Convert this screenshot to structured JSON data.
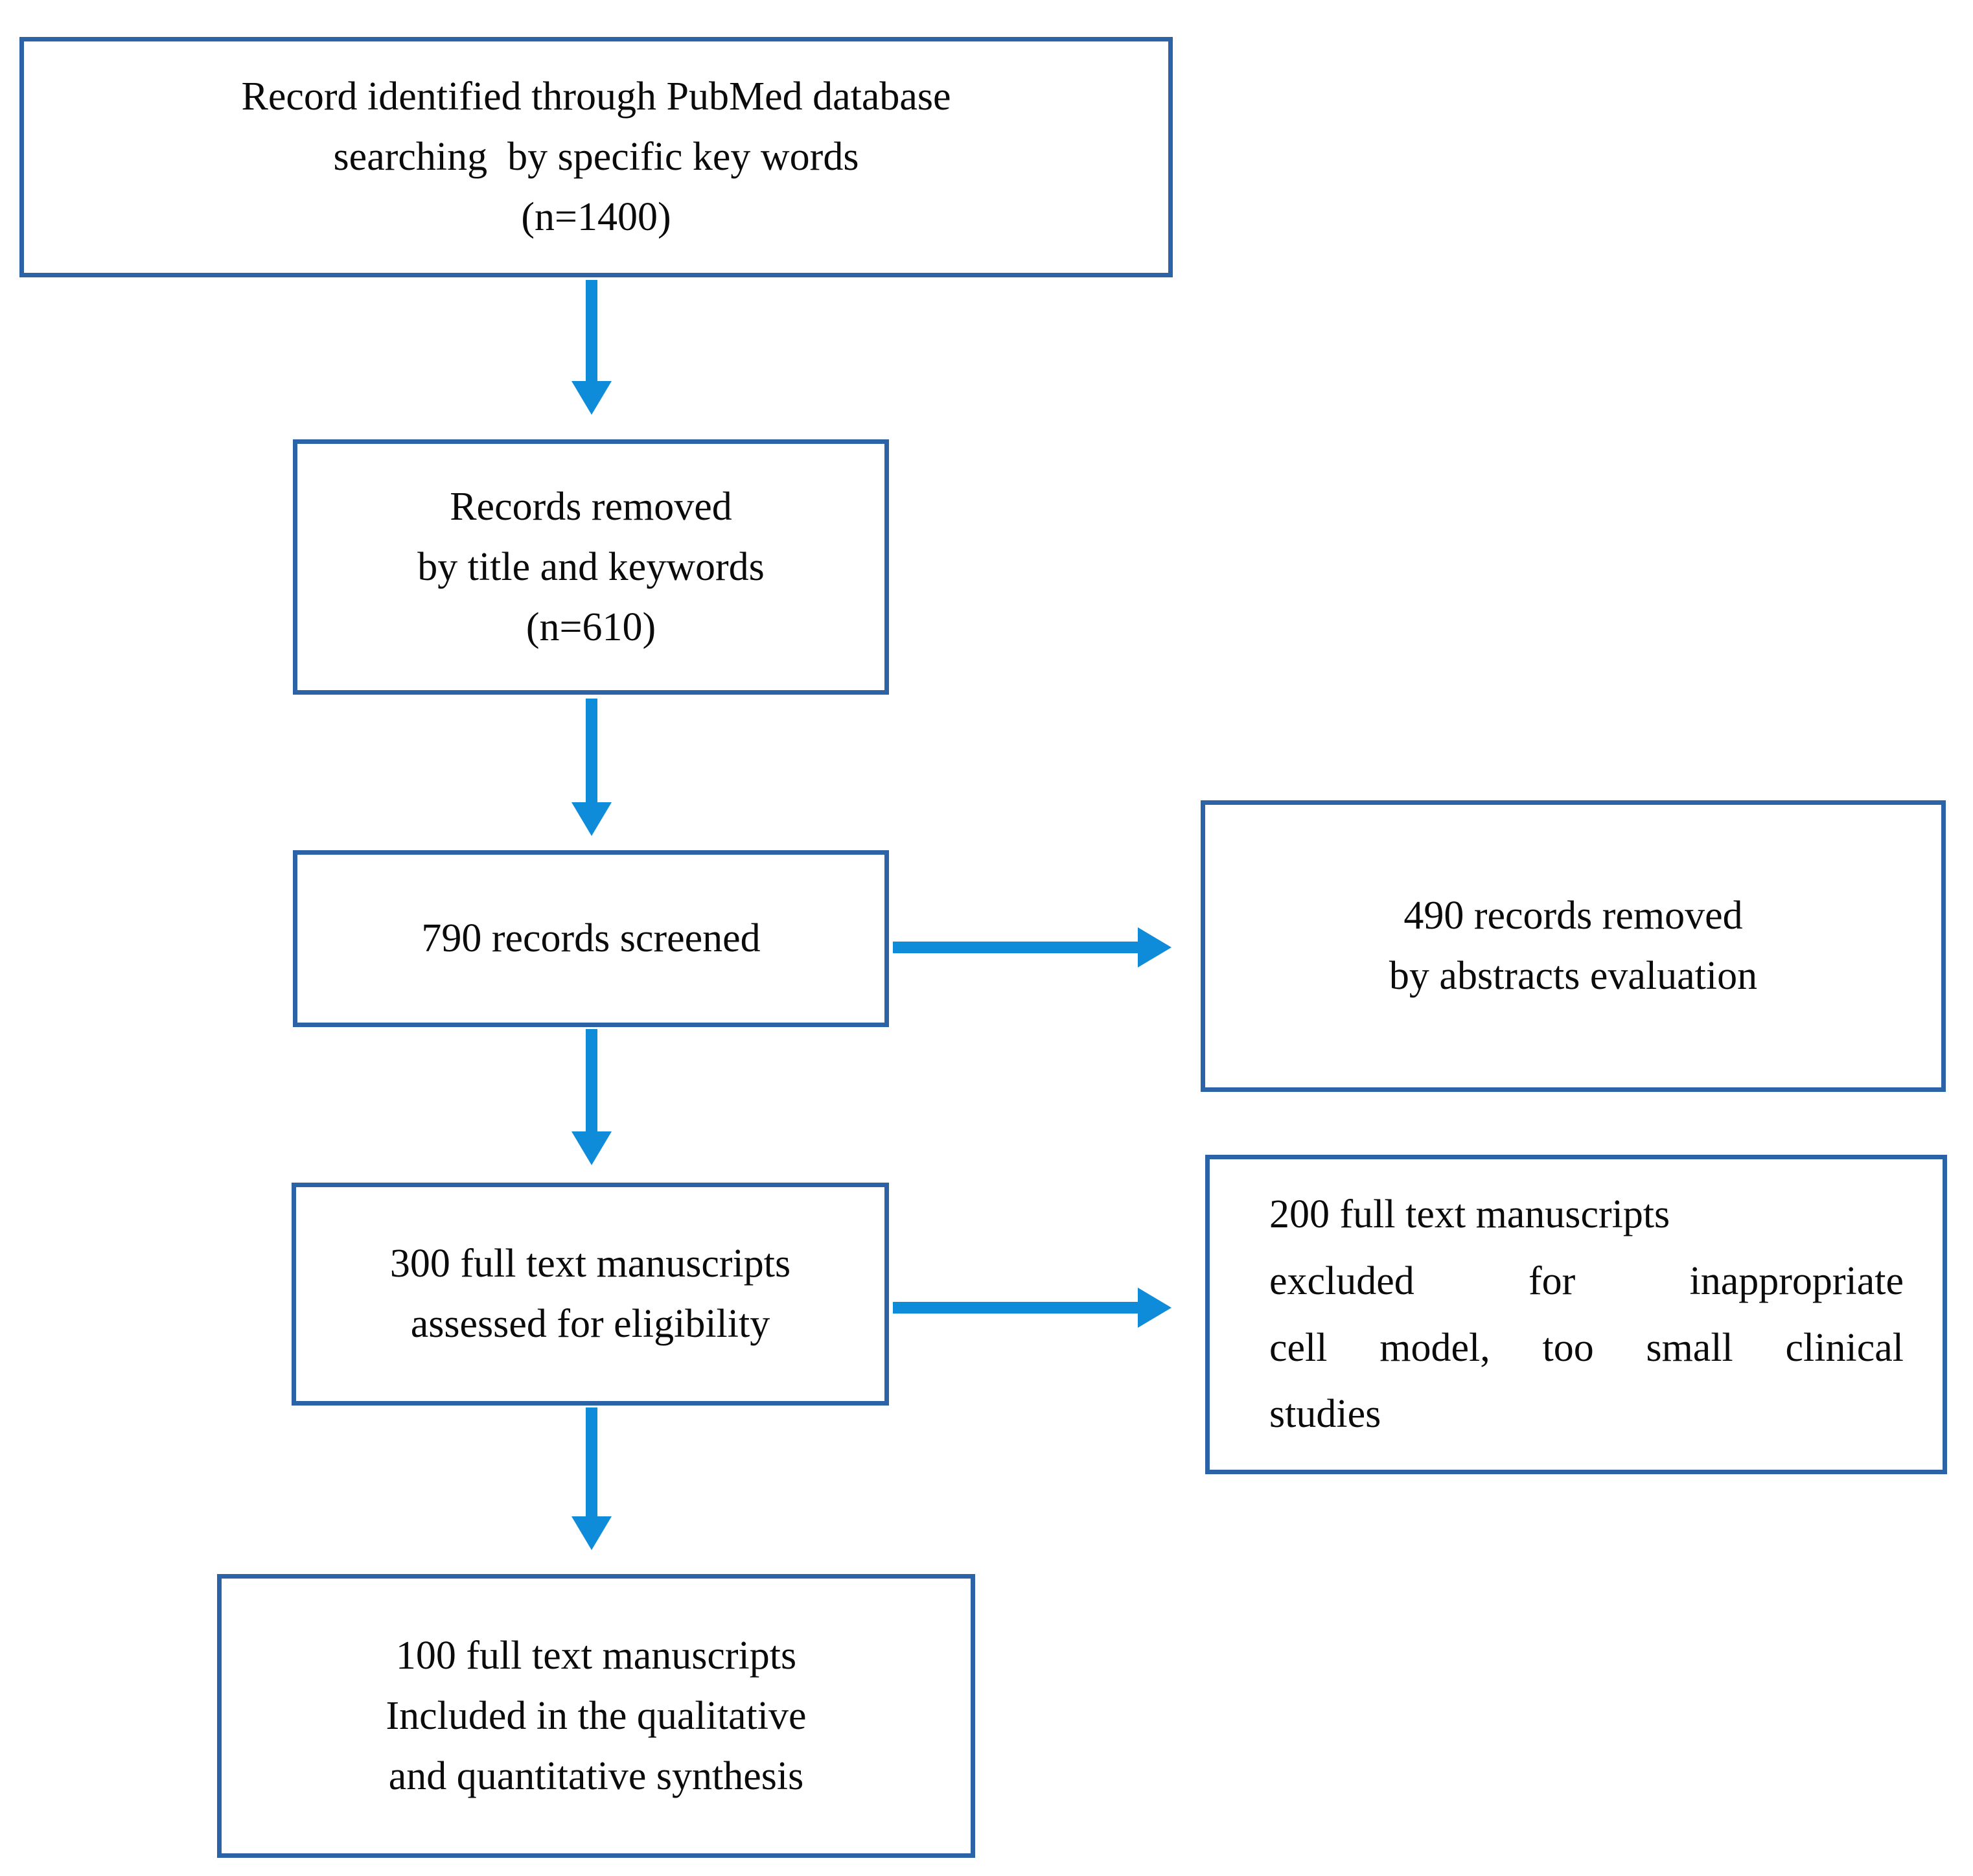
{
  "colors": {
    "box_border": "#2B63A6",
    "arrow": "#0E8BD9",
    "text": "#0B0B0B",
    "background": "#FFFFFF"
  },
  "diagram_type": "prisma-flowchart",
  "nodes": {
    "identified": {
      "line1": "Record identified through PubMed database",
      "line2": "searching  by specific key words",
      "line3": "(n=1400)"
    },
    "removed_title": {
      "line1": "Records removed",
      "line2": "by title and keywords",
      "line3": "(n=610)"
    },
    "screened": {
      "line1": "790 records screened"
    },
    "removed_abstracts": {
      "line1": "490 records removed",
      "line2": "by abstracts evaluation"
    },
    "assessed": {
      "line1": "300 full text manuscripts",
      "line2": "assessed for eligibility"
    },
    "excluded": {
      "line1": "200 full text manuscripts",
      "line2": "excluded for inappropriate",
      "line3": "cell model, too small clinical",
      "line4": "studies"
    },
    "included": {
      "line1": "100 full text manuscripts",
      "line2": "Included in the qualitative",
      "line3": "and quantitative synthesis"
    }
  },
  "edges": [
    {
      "from": "identified",
      "to": "removed_title",
      "direction": "down"
    },
    {
      "from": "removed_title",
      "to": "screened",
      "direction": "down"
    },
    {
      "from": "screened",
      "to": "removed_abstracts",
      "direction": "right"
    },
    {
      "from": "screened",
      "to": "assessed",
      "direction": "down"
    },
    {
      "from": "assessed",
      "to": "excluded",
      "direction": "right"
    },
    {
      "from": "assessed",
      "to": "included",
      "direction": "down"
    }
  ]
}
